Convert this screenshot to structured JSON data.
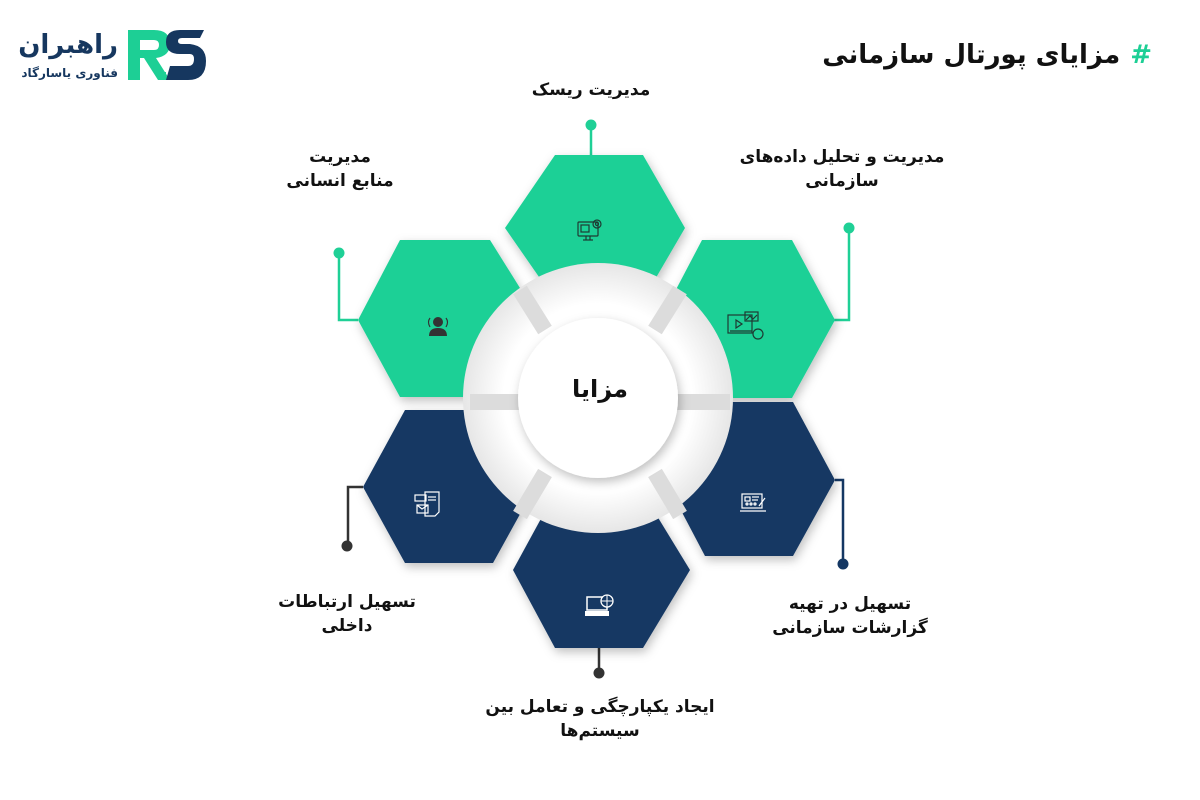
{
  "brand": {
    "name": "راهبران",
    "subtitle": "فناوری یاسارگاد",
    "mark": "RS",
    "colors": {
      "green": "#1dcf95",
      "navy": "#16375f"
    }
  },
  "header": {
    "hash": "#",
    "title": "مزایای پورتال سازمانی"
  },
  "diagram": {
    "center_label": "مزایا",
    "colors": {
      "green": "#1fd096",
      "navy": "#143763",
      "connector_green": "#1fd096",
      "connector_dark": "#333333"
    },
    "segments": [
      {
        "id": "risk",
        "label": "مدیریت ریسک",
        "color": "green",
        "icon": "monitor-gear-icon"
      },
      {
        "id": "data",
        "label_line1": "مدیریت و تحلیل داده‌های",
        "label_line2": "سازمانی",
        "color": "green",
        "icon": "video-image-dollar-icon"
      },
      {
        "id": "reports",
        "label_line1": "تسهیل در تهیه",
        "label_line2": "گزارشات سازمانی",
        "color": "navy",
        "icon": "laptop-edit-icon"
      },
      {
        "id": "integration",
        "label_line1": "ایجاد یکپارچگی و تعامل بین",
        "label_line2": "سیستم‌ها",
        "color": "navy",
        "icon": "laptop-globe-icon"
      },
      {
        "id": "communication",
        "label_line1": "تسهیل ارتباطات",
        "label_line2": "داخلی",
        "color": "navy",
        "icon": "document-mail-icon"
      },
      {
        "id": "hr",
        "label_line1": "مدیریت",
        "label_line2": "منابع انسانی",
        "color": "green",
        "icon": "person-broadcast-icon"
      }
    ]
  }
}
